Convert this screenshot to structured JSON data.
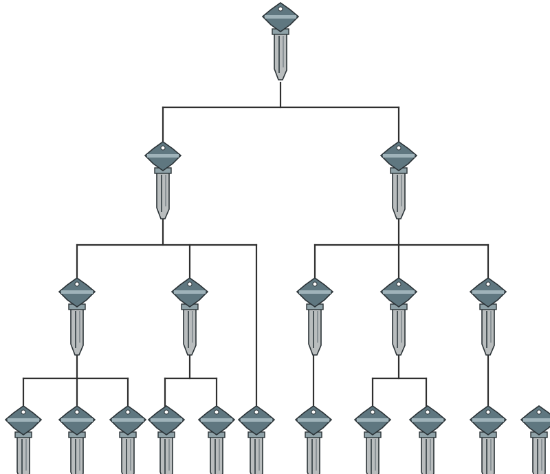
{
  "diagram": {
    "type": "key hierarchy tree",
    "node_icon": "key-icon",
    "colors": {
      "line": "#2f2f2f",
      "key_bow": "#5f7780",
      "key_bow_band": "#9fb3ba",
      "key_blade": "#b9bdbe",
      "key_outline": "#2a3236"
    },
    "levels": [
      {
        "level": 0,
        "key_count": 1
      },
      {
        "level": 1,
        "key_count": 2
      },
      {
        "level": 2,
        "key_count": 5
      },
      {
        "level": 3,
        "key_count": 11
      }
    ]
  }
}
